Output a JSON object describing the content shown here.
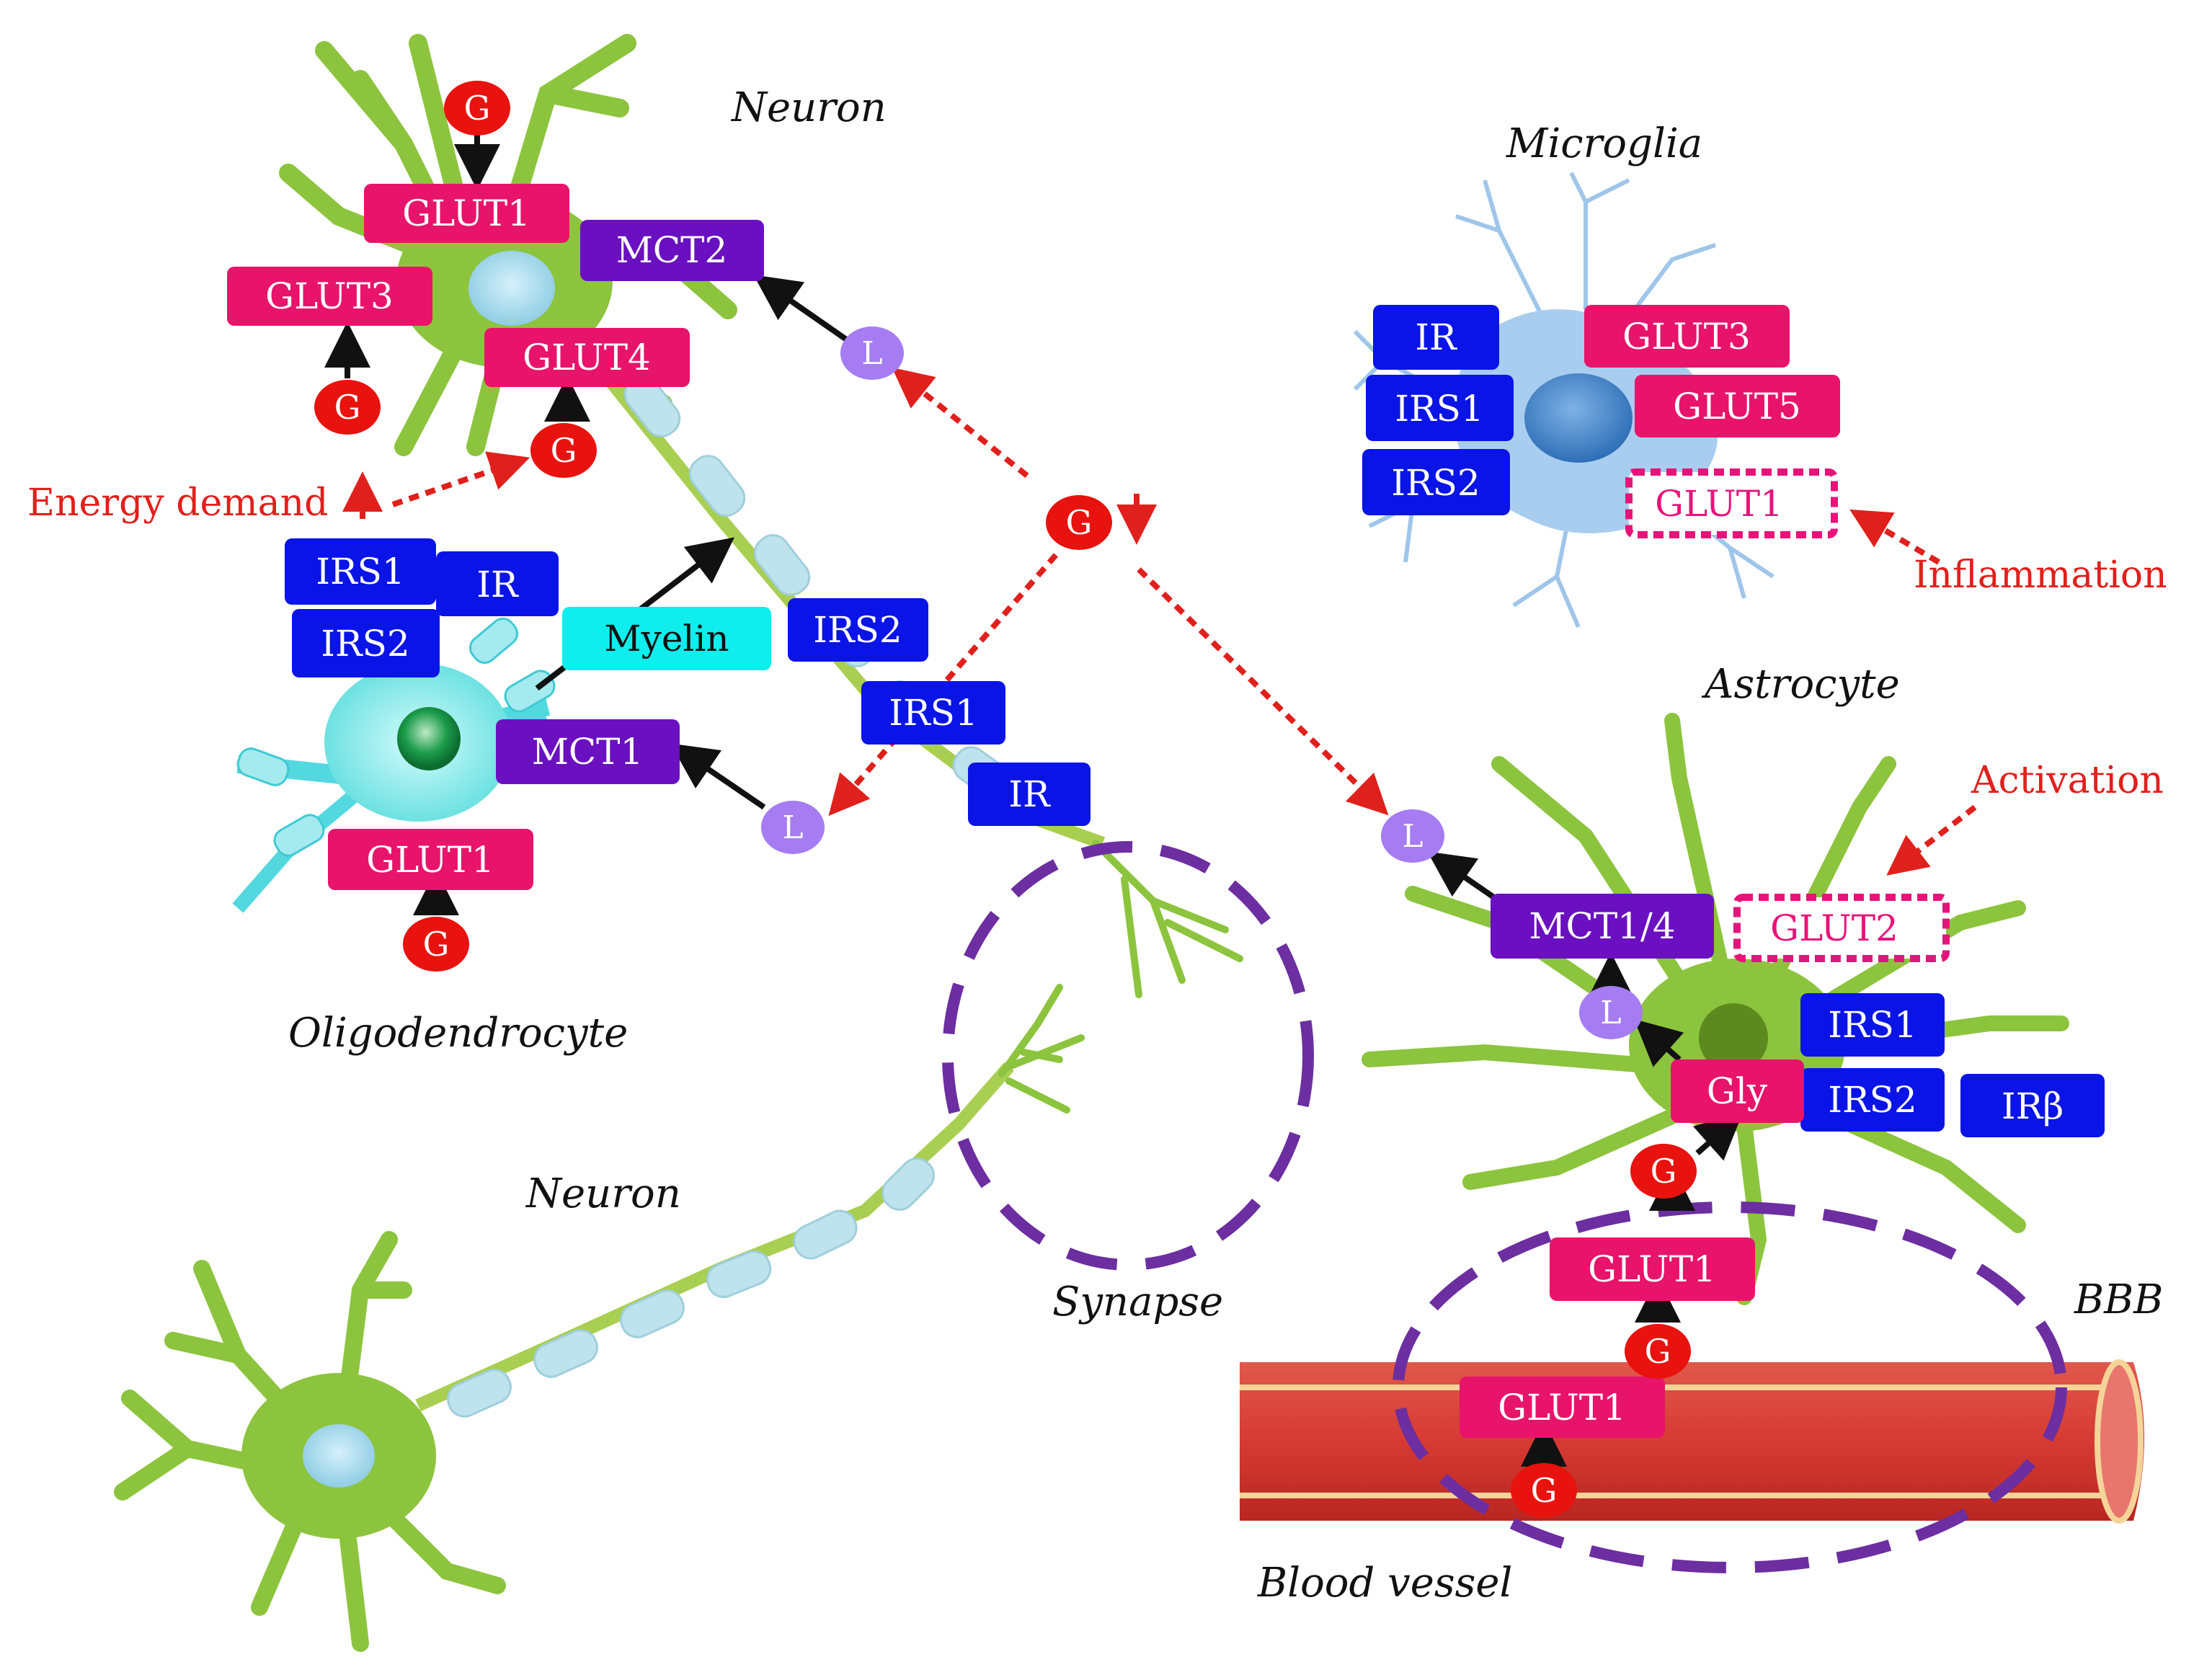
{
  "labels": {
    "neuron_top": "Neuron",
    "microglia": "Microglia",
    "astrocyte": "Astrocyte",
    "oligodendrocyte": "Oligodendrocyte",
    "neuron_bottom": "Neuron",
    "synapse": "Synapse",
    "bbb": "BBB",
    "blood_vessel": "Blood vessel"
  },
  "annotations": {
    "energy_demand": "Energy demand",
    "inflammation": "Inflammation",
    "activation": "Activation"
  },
  "neuron": {
    "glut1": "GLUT1",
    "glut3": "GLUT3",
    "glut4": "GLUT4",
    "mct2": "MCT2",
    "irs2": "IRS2",
    "irs1": "IRS1",
    "ir": "IR"
  },
  "oligodendrocyte": {
    "irs1": "IRS1",
    "ir": "IR",
    "irs2": "IRS2",
    "myelin": "Myelin",
    "mct1": "MCT1",
    "glut1": "GLUT1"
  },
  "microglia": {
    "ir": "IR",
    "irs1": "IRS1",
    "irs2": "IRS2",
    "glut3": "GLUT3",
    "glut5": "GLUT5",
    "glut1": "GLUT1"
  },
  "astrocyte": {
    "mct": "MCT1/4",
    "glut2": "GLUT2",
    "irs1": "IRS1",
    "irs2": "IRS2",
    "irbeta": "IRβ",
    "gly": "Gly",
    "glut1": "GLUT1"
  },
  "vessel": {
    "glut1": "GLUT1"
  },
  "molecules": {
    "glucose": "G",
    "lactate": "L"
  },
  "colors": {
    "glut": "#e8136b",
    "ir": "#0a14e6",
    "mct": "#6a10c0",
    "myelin": "#10eded",
    "glucose": "#e8120e",
    "lactate": "#a57cf2",
    "dashed_arrow": "#e0201c",
    "circle": "#6c2ea0",
    "neuron_body": "#8cc43e",
    "vessel": "#d8403a"
  }
}
